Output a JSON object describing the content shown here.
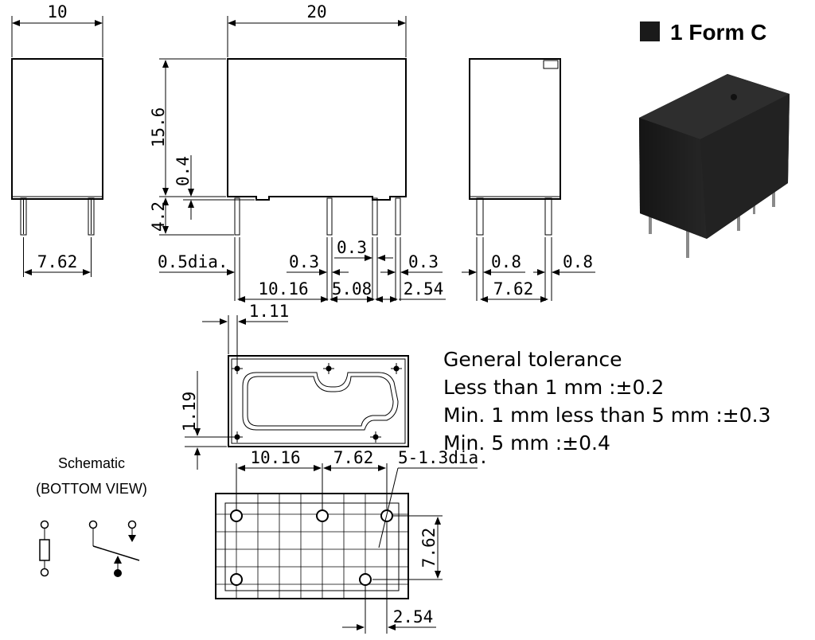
{
  "form_label": "1 Form C",
  "colors": {
    "line": "#000000",
    "relay_body": "#1c1c1c",
    "relay_top": "#2b2b2b",
    "pins": "#8a8a8a"
  },
  "icons": [
    "black-square-icon",
    "coil-symbol-icon",
    "switch-contact-icon"
  ],
  "dimensions": {
    "side_width": "10",
    "front_width": "20",
    "height": "15.6",
    "gap": "0.4",
    "pin_length": "4.2",
    "side_pin_pitch": "7.62",
    "pin_dia": "0.5dia.",
    "pin_t1": "0.3",
    "pin_t2": "0.3",
    "pin_t3": "0.3",
    "pitch_1": "10.16",
    "pitch_2": "5.08",
    "pitch_3": "2.54",
    "end_pin_w1": "0.8",
    "end_pin_w2": "0.8",
    "end_pin_pitch": "7.62",
    "bottom_offset_x": "1.11",
    "bottom_offset_y": "1.19",
    "pcb_pitch_1": "10.16",
    "pcb_pitch_2": "7.62",
    "pcb_holes": "5-1.3dia.",
    "pcb_row_pitch": "7.62",
    "pcb_offset": "2.54"
  },
  "tolerance": {
    "title": "General tolerance",
    "line1": "Less than 1 mm :±0.2",
    "line2": "Min. 1 mm less than 5 mm :±0.3",
    "line3": "Min. 5 mm :±0.4"
  },
  "schematic": {
    "title": "Schematic",
    "subtitle": "(BOTTOM VIEW)"
  }
}
